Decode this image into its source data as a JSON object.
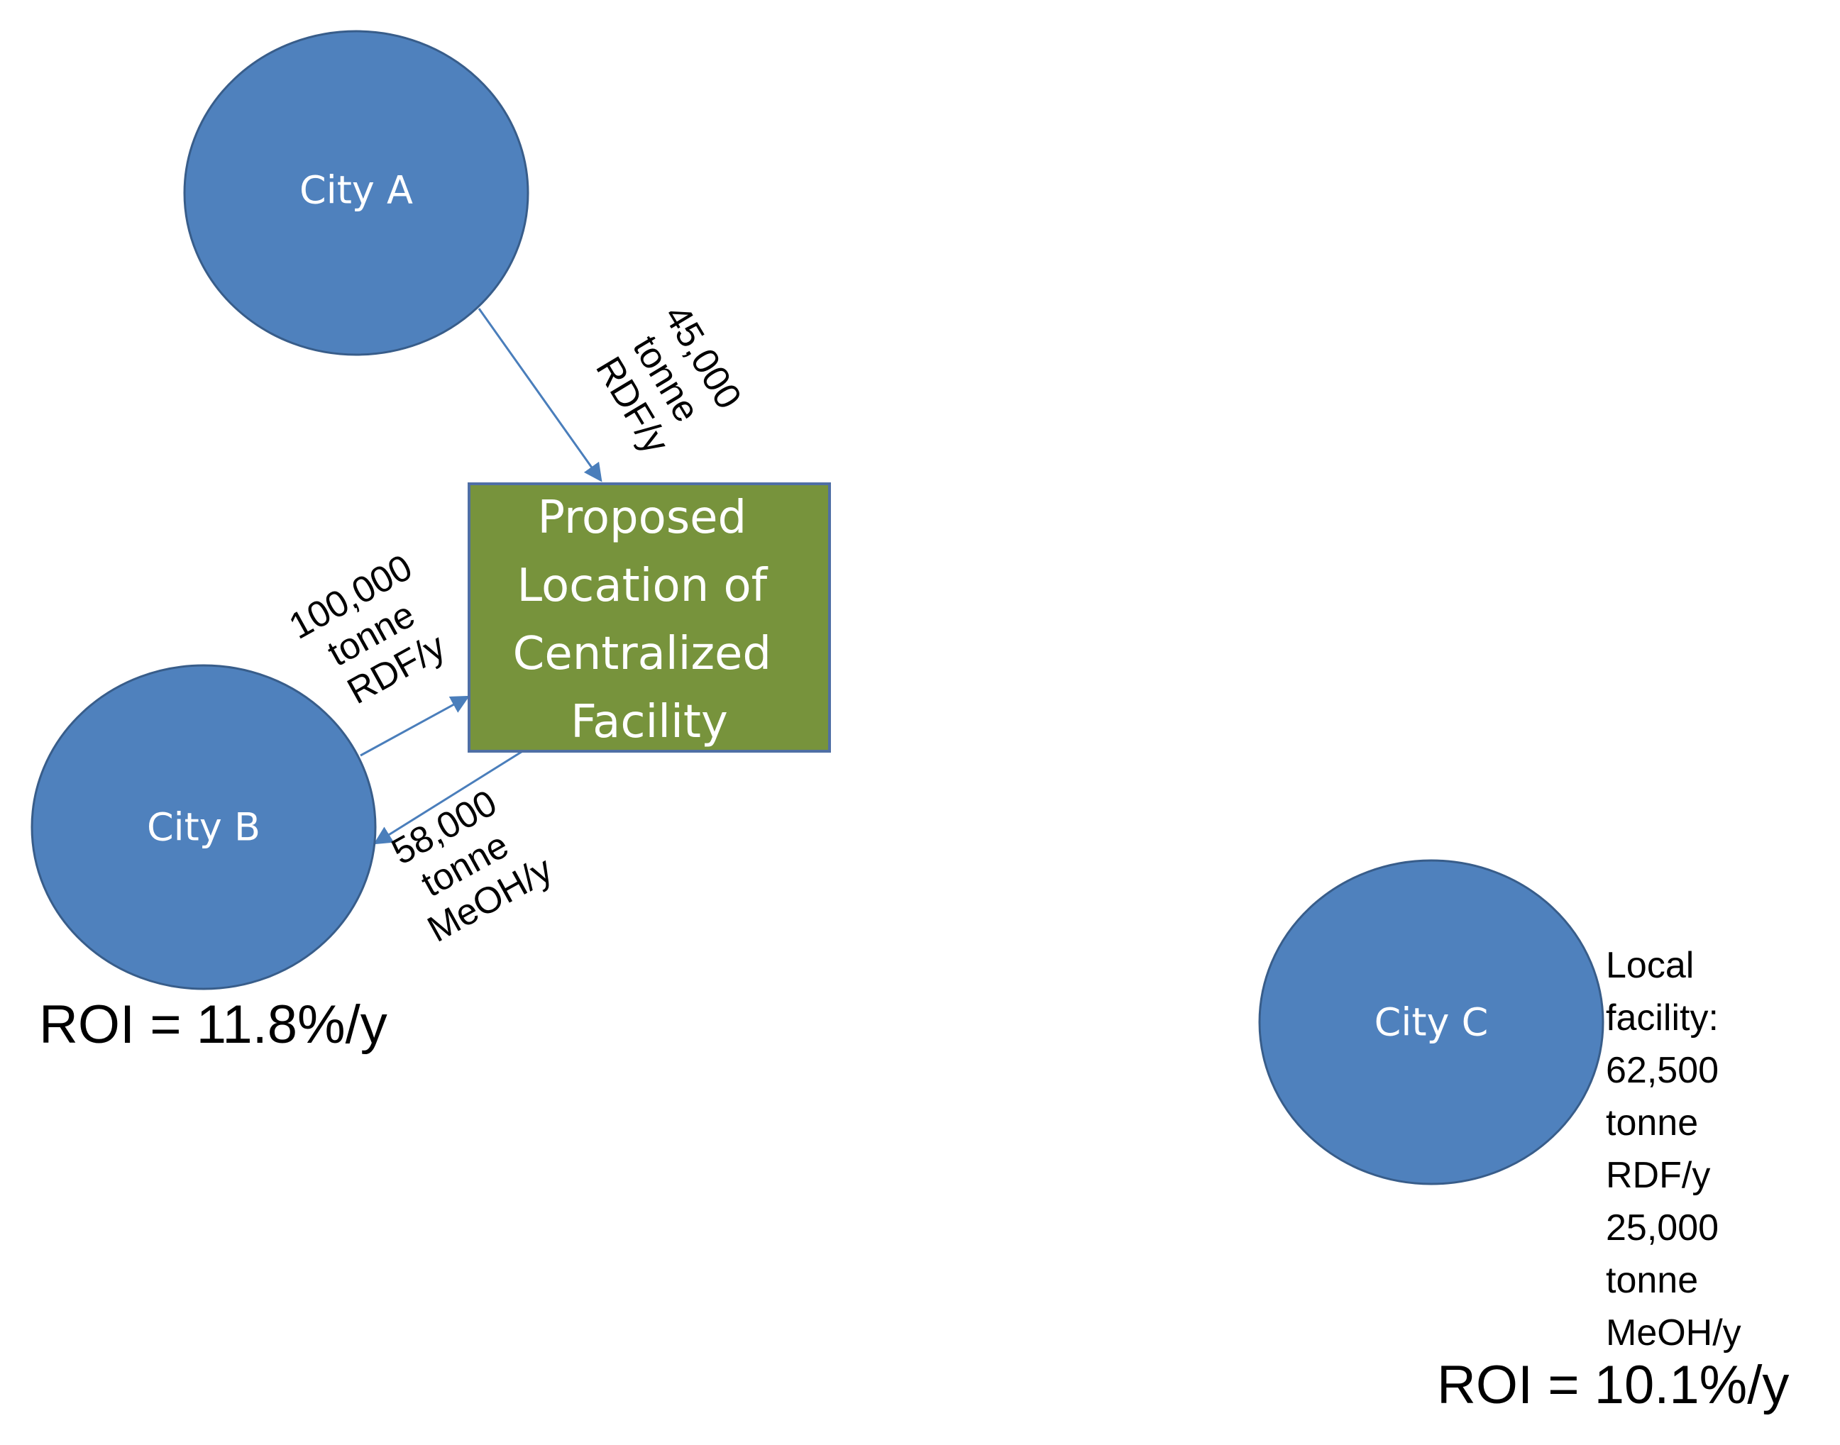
{
  "colors": {
    "city_fill": "#4f81bd",
    "city_stroke": "#385d8a",
    "facility_fill": "#77933c",
    "facility_stroke": "#4f6fa5",
    "arrow": "#4a7ebb",
    "text_dark": "#000000",
    "text_light": "#ffffff"
  },
  "cities": {
    "a": {
      "label": "City A"
    },
    "b": {
      "label": "City B"
    },
    "c": {
      "label": "City C"
    }
  },
  "facility": {
    "lines": [
      "Proposed",
      "Location of",
      "Centralized",
      "Facility"
    ]
  },
  "flows": {
    "a_to_facility": [
      "45,000",
      "tonne",
      "RDF/y"
    ],
    "b_to_facility": [
      "100,000",
      "tonne",
      "RDF/y"
    ],
    "facility_to_b": [
      "58,000",
      "tonne",
      "MeOH/y"
    ]
  },
  "local_facility_c": {
    "lines": [
      "Local",
      "facility:",
      "62,500",
      "tonne",
      "RDF/y",
      "25,000",
      "tonne",
      "MeOH/y"
    ]
  },
  "roi": {
    "central": "ROI = 11.8%/y",
    "local": "ROI = 10.1%/y"
  }
}
